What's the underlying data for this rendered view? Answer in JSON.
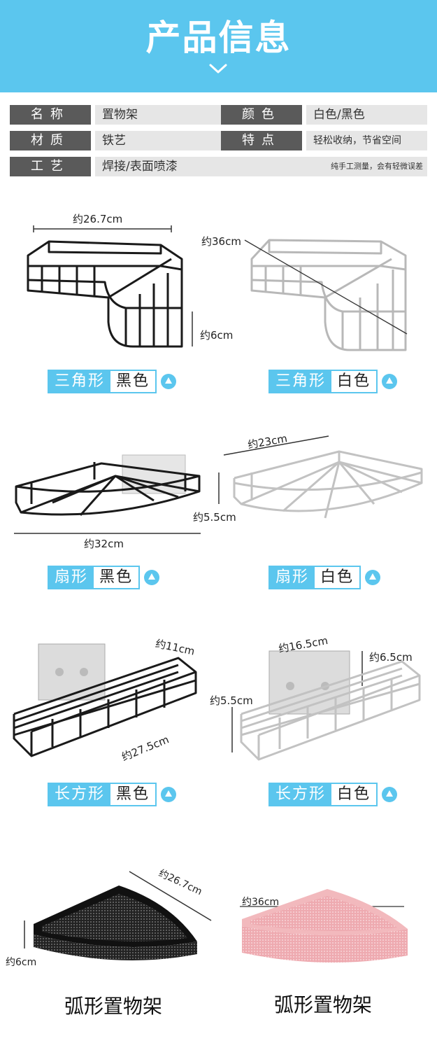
{
  "header": {
    "title": "产品信息",
    "chevron_icon": "chevron-down-icon"
  },
  "specs": [
    {
      "label1": "名称",
      "value1": "置物架",
      "label2": "颜色",
      "value2": "白色/黑色"
    },
    {
      "label1": "材质",
      "value1": "铁艺",
      "label2": "特点",
      "value2": "轻松收纳，节省空间"
    },
    {
      "label1": "工艺",
      "value1": "焊接/表面喷漆",
      "value2": "纯手工测量，会有轻微误差"
    }
  ],
  "products": {
    "triangle_black": {
      "dims": [
        "约26.7cm",
        "约6cm"
      ],
      "shape": "三角形",
      "color": "黑色"
    },
    "triangle_white": {
      "dims": [
        "约36cm"
      ],
      "shape": "三角形",
      "color": "白色"
    },
    "fan_black": {
      "dims": [
        "约5.5cm",
        "约32cm"
      ],
      "shape": "扇形",
      "color": "黑色"
    },
    "fan_white": {
      "dims": [
        "约23cm"
      ],
      "shape": "扇形",
      "color": "白色"
    },
    "rect_black": {
      "dims": [
        "约11cm",
        "约27.5cm"
      ],
      "shape": "长方形",
      "color": "黑色"
    },
    "rect_white": {
      "dims": [
        "约16.5cm",
        "约6.5cm",
        "约5.5cm"
      ],
      "shape": "长方形",
      "color": "白色"
    },
    "arc_black": {
      "dims": [
        "约26.7cm",
        "约6cm"
      ],
      "caption": "弧形置物架"
    },
    "arc_pink": {
      "dims": [
        "约36cm"
      ],
      "caption": "弧形置物架"
    }
  },
  "colors": {
    "accent": "#5bc6ee",
    "label_bg": "#5a5a5a",
    "value_bg": "#e6e6e6",
    "pink": "#f2b9bd"
  }
}
